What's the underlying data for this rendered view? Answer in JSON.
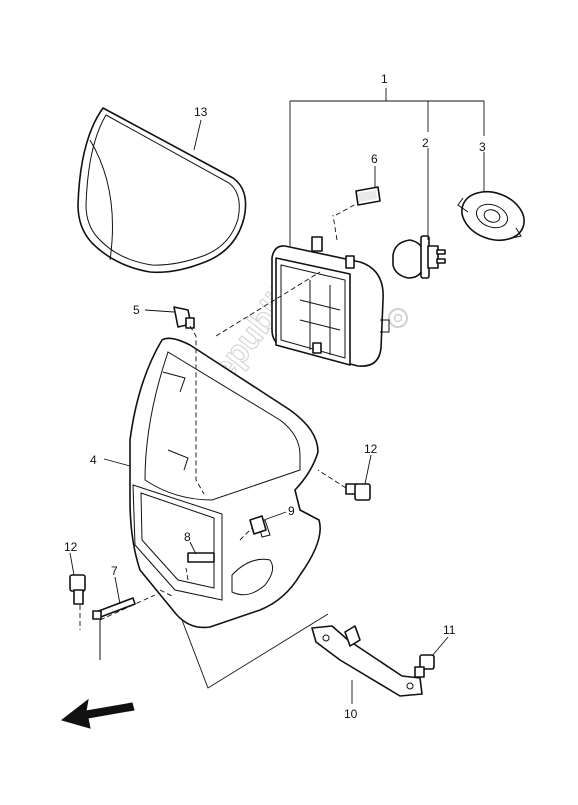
{
  "diagram": {
    "watermark": "PartsRepublik",
    "callouts": [
      {
        "id": "1",
        "label": "1"
      },
      {
        "id": "2",
        "label": "2"
      },
      {
        "id": "3",
        "label": "3"
      },
      {
        "id": "4",
        "label": "4"
      },
      {
        "id": "5",
        "label": "5"
      },
      {
        "id": "6",
        "label": "6"
      },
      {
        "id": "7",
        "label": "7"
      },
      {
        "id": "8",
        "label": "8"
      },
      {
        "id": "9",
        "label": "9"
      },
      {
        "id": "10",
        "label": "10"
      },
      {
        "id": "11",
        "label": "11"
      },
      {
        "id": "12a",
        "label": "12"
      },
      {
        "id": "12b",
        "label": "12"
      },
      {
        "id": "13",
        "label": "13"
      }
    ]
  }
}
